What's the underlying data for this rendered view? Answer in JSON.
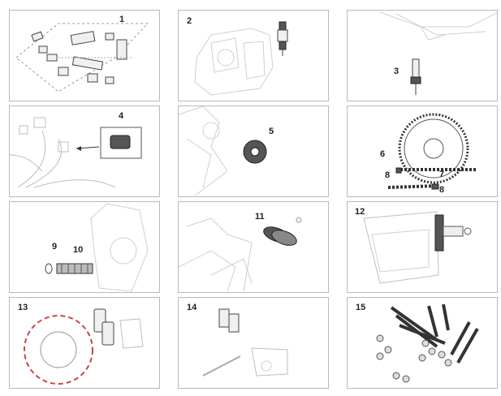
{
  "panels": [
    {
      "id": "p1",
      "labels": [
        "1"
      ]
    },
    {
      "id": "p2",
      "labels": [
        "2"
      ]
    },
    {
      "id": "p3",
      "labels": [
        "3"
      ]
    },
    {
      "id": "p4",
      "labels": [
        "4"
      ]
    },
    {
      "id": "p5",
      "labels": [
        "5"
      ]
    },
    {
      "id": "p6",
      "labels": [
        "6",
        "7",
        "8",
        "8"
      ]
    },
    {
      "id": "p7",
      "labels": [
        "9",
        "10"
      ]
    },
    {
      "id": "p8",
      "labels": [
        "11"
      ]
    },
    {
      "id": "p9",
      "labels": [
        "12"
      ]
    },
    {
      "id": "p10",
      "labels": [
        "13"
      ]
    },
    {
      "id": "p11",
      "labels": [
        "14"
      ]
    },
    {
      "id": "p12",
      "labels": [
        "15"
      ]
    }
  ]
}
